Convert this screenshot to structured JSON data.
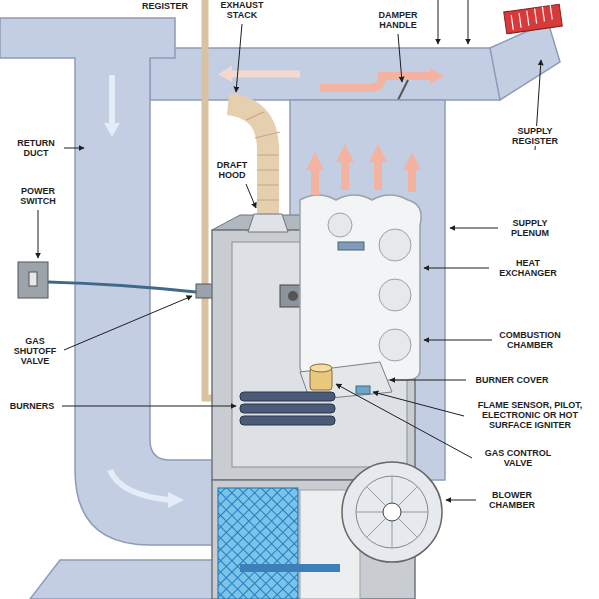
{
  "diagram": {
    "labels": [
      "REGISTER",
      "EXHAUST STACK",
      "DAMPER HANDLE",
      "RETURN DUCT",
      "DRAFT HOOD",
      "SUPPLY REGISTER",
      "POWER SWITCH",
      "SUPPLY PLENUM",
      "HEAT EXCHANGER",
      "GAS SHUTOFF VALVE",
      "COMBUSTION CHAMBER",
      "BURNER COVER",
      "BURNERS",
      "FLAME SENSOR, PILOT, ELECTRONIC OR HOT SURFACE IGNITER",
      "GAS CONTROL VALVE",
      "BLOWER CHAMBER"
    ]
  }
}
